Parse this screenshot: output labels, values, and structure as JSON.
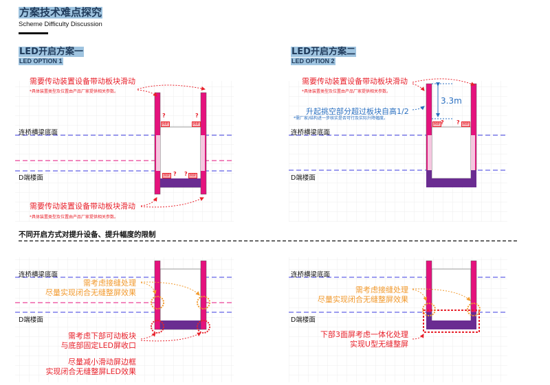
{
  "header": {
    "title": "方案技术难点探究",
    "subtitle": "Scheme Difficulty Discussion"
  },
  "option1": {
    "title": "LED开启方案一",
    "subtitle": "LED OPTION 1"
  },
  "option2": {
    "title": "LED开启方案二",
    "subtitle": "LED OPTION 2"
  },
  "levels": {
    "beam": "连桥横梁底面",
    "floor": "D端楼面"
  },
  "notes": {
    "drive": "需要传动装置设备带动板块滑动",
    "drive_sub": "*具体装置类型及位置由产品厂家提供相关参数。",
    "lift": "升起挑空部分超过板块自高1/2",
    "lift_sub": "*需厂家/结构进一步核实是否可行及实际升降幅度。",
    "height": "3.3m",
    "mip": "MIP",
    "question": "?"
  },
  "section_title": "不同开启方式对提升设备、提升幅度的限制",
  "bottom_left": {
    "seam": [
      "需考虑接缝处理",
      "尽量实现闭合无缝整屏效果"
    ],
    "panel": [
      "需考虑下部可动板块",
      "与底部固定LED屏收口"
    ],
    "frame": [
      "尽量减小滑动屏边框",
      "实现闭合无缝整屏LED效果"
    ]
  },
  "bottom_right": {
    "seam": [
      "需考虑接缝处理",
      "尽量实现闭合无缝整屏效果"
    ],
    "ushape": [
      "下部3面屏考虑一体化处理",
      "实现U型无缝整屏"
    ]
  },
  "colors": {
    "led": "#e5127d",
    "panel": "#6a2c91",
    "guide_blue": "#3a3ae0",
    "guide_pink": "#e5127d",
    "accent_red": "#e8202a",
    "accent_orange": "#f29a2e",
    "accent_blue": "#2a6fc0"
  }
}
